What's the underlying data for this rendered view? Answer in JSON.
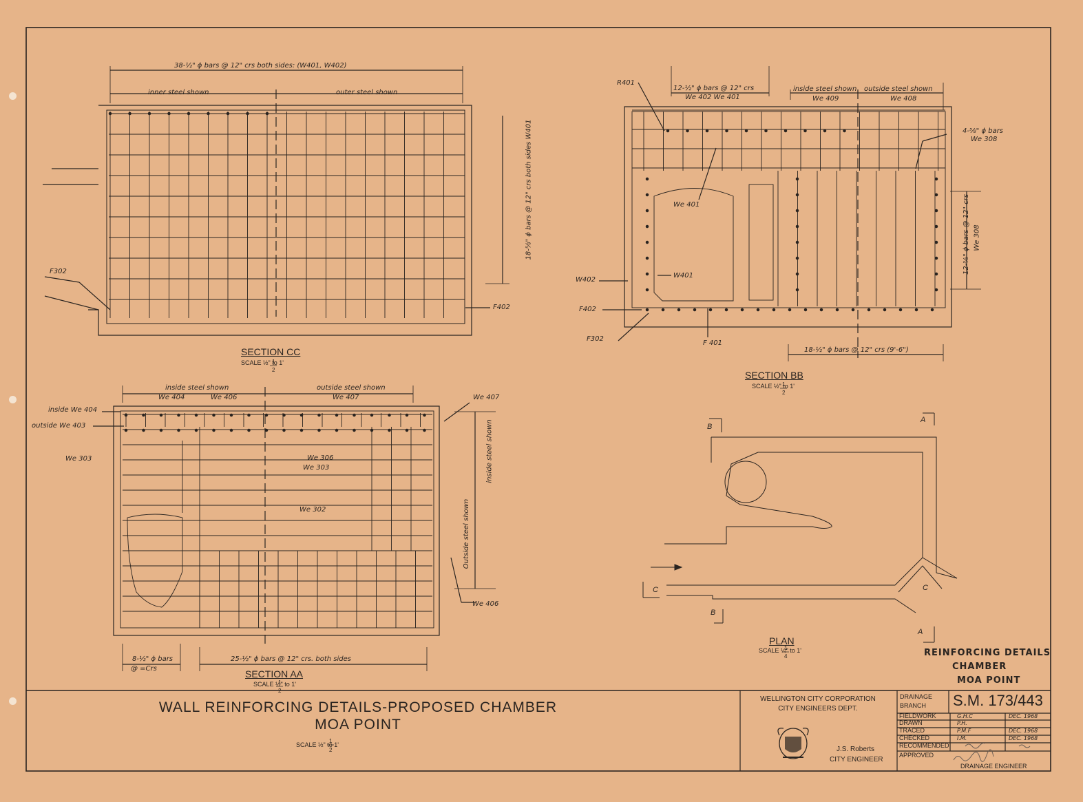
{
  "section_cc": {
    "top_dim": "38-½\" ϕ bars @ 12\" crs both sides: (W401, W402)",
    "left_note": "inner steel shown",
    "right_note": "outer steel shown",
    "side_dim": "18-⅝\" ϕ bars @ 12\" crs both sides W401",
    "tag_left": "F302",
    "tag_right": "F402",
    "title": "SECTION CC",
    "scale": "SCALE ½\" to 1'"
  },
  "section_bb": {
    "tag_r401": "R401",
    "top_dim_a": "12-½\" ϕ bars @ 12\" crs",
    "top_dim_b": "We 402  We 401",
    "note_inside": "inside steel shown",
    "note_outside": "outside steel shown",
    "tag_we409": "We 409",
    "tag_we408": "We 408",
    "bars_note_a": "4-⅝\" ϕ bars",
    "bars_note_b": "We 308",
    "side_dim": "12-⅝\" ϕ bars @ 12\" crs",
    "side_tag": "We 308",
    "tag_we401a": "We 401",
    "tag_w401": "W401",
    "tag_w402": "W402",
    "tag_f402": "F402",
    "tag_f302": "F302",
    "tag_f401": "F 401",
    "bottom_dim": "18-½\" ϕ bars @ 12\" crs (9'-6\")",
    "title": "SECTION BB",
    "scale": "SCALE ½\" to 1'"
  },
  "section_aa": {
    "note_inside": "inside steel shown",
    "note_outside": "outside steel shown",
    "tag_we404": "We 404",
    "tag_we406": "We 406",
    "tag_we407a": "We 407",
    "tag_we407b": "We 407",
    "tag_inside404": "inside We 404",
    "tag_outside403": "outside We 403",
    "tag_we303": "We 303",
    "tag_we306": "We 306",
    "tag_we303b": "We 303",
    "tag_we302": "We 302",
    "side_inside": "inside steel shown",
    "side_outside": "Outside steel shown",
    "tag_we406b": "We 406",
    "dim_left_a": "8-½\" ϕ bars",
    "dim_left_b": "@ =Crs",
    "dim_bottom": "25-½\" ϕ bars @ 12\" crs. both sides",
    "title": "SECTION AA",
    "scale": "SCALE ½\" to 1'"
  },
  "plan": {
    "mark_a_top": "A",
    "mark_a_bottom": "A",
    "mark_b_top": "B",
    "mark_b_bottom": "B",
    "mark_c_left": "C",
    "mark_c_right": "C",
    "title": "PLAN",
    "scale": "SCALE ¼\" to 1'"
  },
  "handwritten_note": [
    "REINFORCING DETAILS",
    "CHAMBER",
    "MOA POINT"
  ],
  "title_block": {
    "title_line1": "WALL REINFORCING DETAILS-PROPOSED CHAMBER",
    "title_line2": "MOA POINT",
    "scale": "SCALE ½\" to 1'",
    "org_line1": "WELLINGTON CITY CORPORATION",
    "org_line2": "CITY ENGINEERS DEPT.",
    "engineer_name": "J.S. Roberts",
    "engineer_title": "CITY ENGINEER",
    "branch_a": "DRAINAGE",
    "branch_b": "BRANCH",
    "drawing_no": "S.M. 173/443",
    "rows": [
      {
        "label": "FIELDWORK",
        "initials": "G.H.C",
        "date": "DEC. 1968"
      },
      {
        "label": "DRAWN",
        "initials": "P.H.",
        "date": ""
      },
      {
        "label": "TRACED",
        "initials": "P.M.F",
        "date": "DEC. 1968"
      },
      {
        "label": "CHECKED",
        "initials": "I.M.",
        "date": "DEC. 1968"
      }
    ],
    "recommended": "RECOMMENDED",
    "approved": "APPROVED",
    "drainage_engineer": "DRAINAGE ENGINEER"
  },
  "colors": {
    "paper": "#e6b489",
    "ink": "#2a2420"
  }
}
